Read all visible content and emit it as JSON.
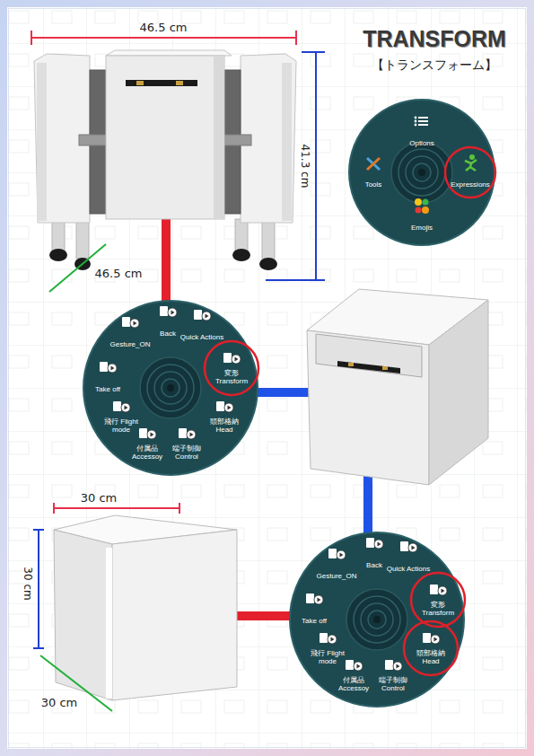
{
  "diagram": {
    "title": "TRANSFORM",
    "nodes": [
      {
        "text": [
          "Options",
          "Tools",
          "Expressions",
          "Emojis"
        ]
      },
      {
        "text": [
          "Back",
          "Gesture_ON",
          "Quick Actions",
          "Take off",
          "変形 Transform",
          "飛行 Flight mode",
          "頭部格納 Head",
          "付属品 Accessoy",
          "端子制御 Control"
        ]
      },
      {
        "text": [
          "Back",
          "Gesture_ON",
          "Quick Actions",
          "Take off",
          "変形 Transform",
          "飛行 Flight mode",
          "頭部格納 Head",
          "付属品 Accessoy",
          "端子制御 Control"
        ]
      }
    ],
    "labels": [
      "【トランスフォーム】",
      "46.5 cm",
      "41.3 cm",
      "46.5 cm",
      "30 cm",
      "30 cm",
      "30 cm"
    ]
  }
}
